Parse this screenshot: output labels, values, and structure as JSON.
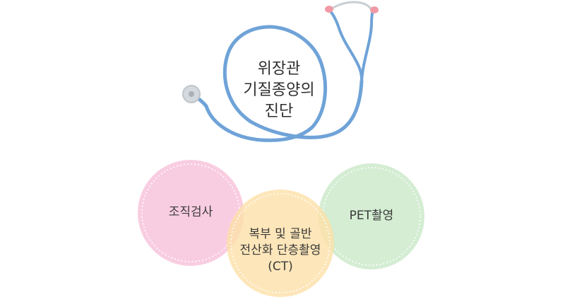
{
  "title": {
    "lines": [
      "위장관",
      "기질종양의",
      "진단"
    ]
  },
  "methods": [
    {
      "lines": [
        "조직검사"
      ],
      "color": "#f8c4dc"
    },
    {
      "lines": [
        "PET촬영"
      ],
      "color": "#cdeacb"
    },
    {
      "lines": [
        "복부 및 골반",
        "전산화 단층촬영",
        "(CT)"
      ],
      "color": "#fde0a8"
    }
  ],
  "colors": {
    "stethoscope_tube": "#6fa3d8",
    "earpiece_tips": "#f09aa6",
    "chestpiece": "#c8ced3"
  }
}
